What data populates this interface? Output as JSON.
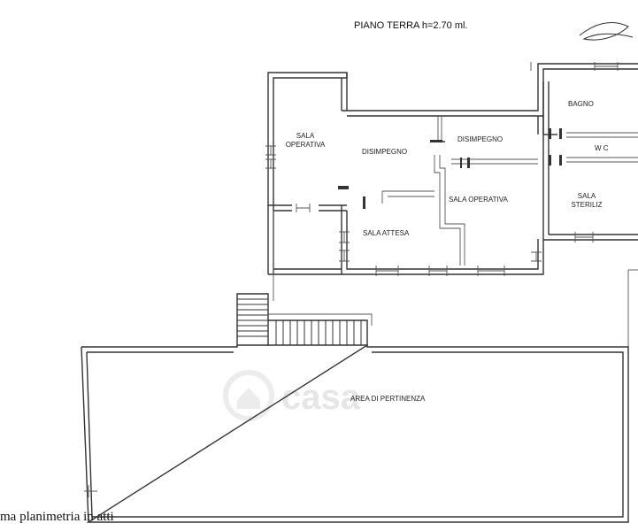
{
  "plan": {
    "title": "PIANO TERRA  h=2.70 ml.",
    "watermark": "casa",
    "caption": "ma planimetria in atti"
  },
  "rooms": {
    "sala_operativa_1": {
      "line1": "SALA",
      "line2": "OPERATIVA"
    },
    "disimpegno_1": "DISIMPEGNO",
    "disimpegno_2": "DISIMPEGNO",
    "sala_operativa_2": "SALA OPERATIVA",
    "bagno": "BAGNO",
    "wc": "W C",
    "sala_steriliz": {
      "line1": "SALA",
      "line2": "STERILIZ"
    },
    "sala_attesa": "SALA ATTESA",
    "area_pertinenza": "AREA DI PERTINENZA"
  }
}
